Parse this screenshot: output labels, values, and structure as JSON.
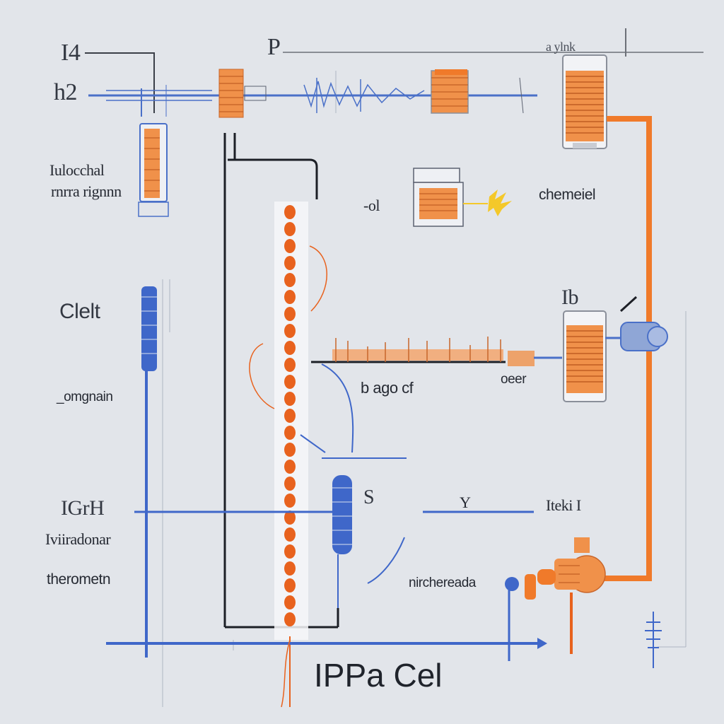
{
  "colors": {
    "background": "#e0e3e9",
    "orange": "#f07a2a",
    "orange_dark": "#e35a16",
    "blue": "#3f67c9",
    "ink": "#1c1f26",
    "spark": "#f4c82a"
  },
  "labels": {
    "title": "IPPa Cel",
    "top_left_1": "I4",
    "top_left_2": "h2",
    "top_mid": "P",
    "top_right": "a ylnk",
    "left_block_1": "Iulocchal",
    "left_block_2": "rnrra rignnn",
    "mid_upper": "-ol",
    "chemical": "chemeiel",
    "cell_left": "Clelt",
    "right_mid": "Ib",
    "origin": "_omgnain",
    "center_label": "b ago  cf",
    "right_label": "oeer",
    "lower_left_1": "IGrH",
    "lower_mid": "S",
    "lower_mid_2": "Y",
    "lower_right": "Iteki I",
    "lower_left_2": "Iviiradonar",
    "lower_left_3": "therometn",
    "bottom_right": "nirchereada"
  }
}
